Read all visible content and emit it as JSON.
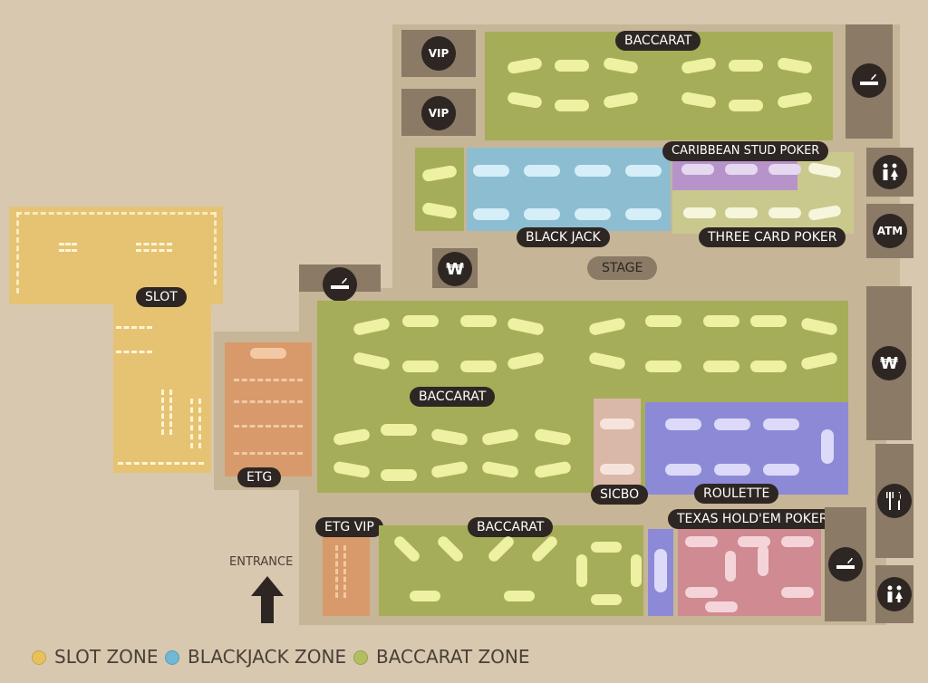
{
  "labels": {
    "baccarat_top": "BACCARAT",
    "caribbean": "CARIBBEAN STUD POKER",
    "blackjack": "BLACK JACK",
    "three_card": "THREE CARD POKER",
    "stage": "STAGE",
    "slot": "SLOT",
    "baccarat_mid": "BACCARAT",
    "etg": "ETG",
    "sicbo": "SICBO",
    "roulette": "ROULETTE",
    "etg_vip": "ETG VIP",
    "baccarat_bottom": "BACCARAT",
    "texas": "TEXAS HOLD'EM POKER",
    "entrance": "ENTRANCE"
  },
  "icons": {
    "vip1": "VIP",
    "vip2": "VIP",
    "atm": "ATM",
    "won": "₩",
    "smoking": "smoking-icon",
    "restroom": "restroom-icon",
    "restaurant": "restaurant-icon",
    "arrow": "arrow-up-icon"
  },
  "legend": [
    {
      "label": "SLOT ZONE",
      "color": "#e9c15a"
    },
    {
      "label": "BLACKJACK ZONE",
      "color": "#6fb8d6"
    },
    {
      "label": "BACCARAT ZONE",
      "color": "#b3bf5e"
    }
  ],
  "colors": {
    "baccarat": "#a6ad58",
    "blackjack": "#8dbdd1",
    "slot": "#e5c373",
    "etg": "#d89a6a",
    "caribbean": "#b694c9",
    "three_card": "#c9c98e",
    "roulette": "#8c8ad6",
    "sicbo": "#d9b8a8",
    "texas": "#cf8a92"
  }
}
